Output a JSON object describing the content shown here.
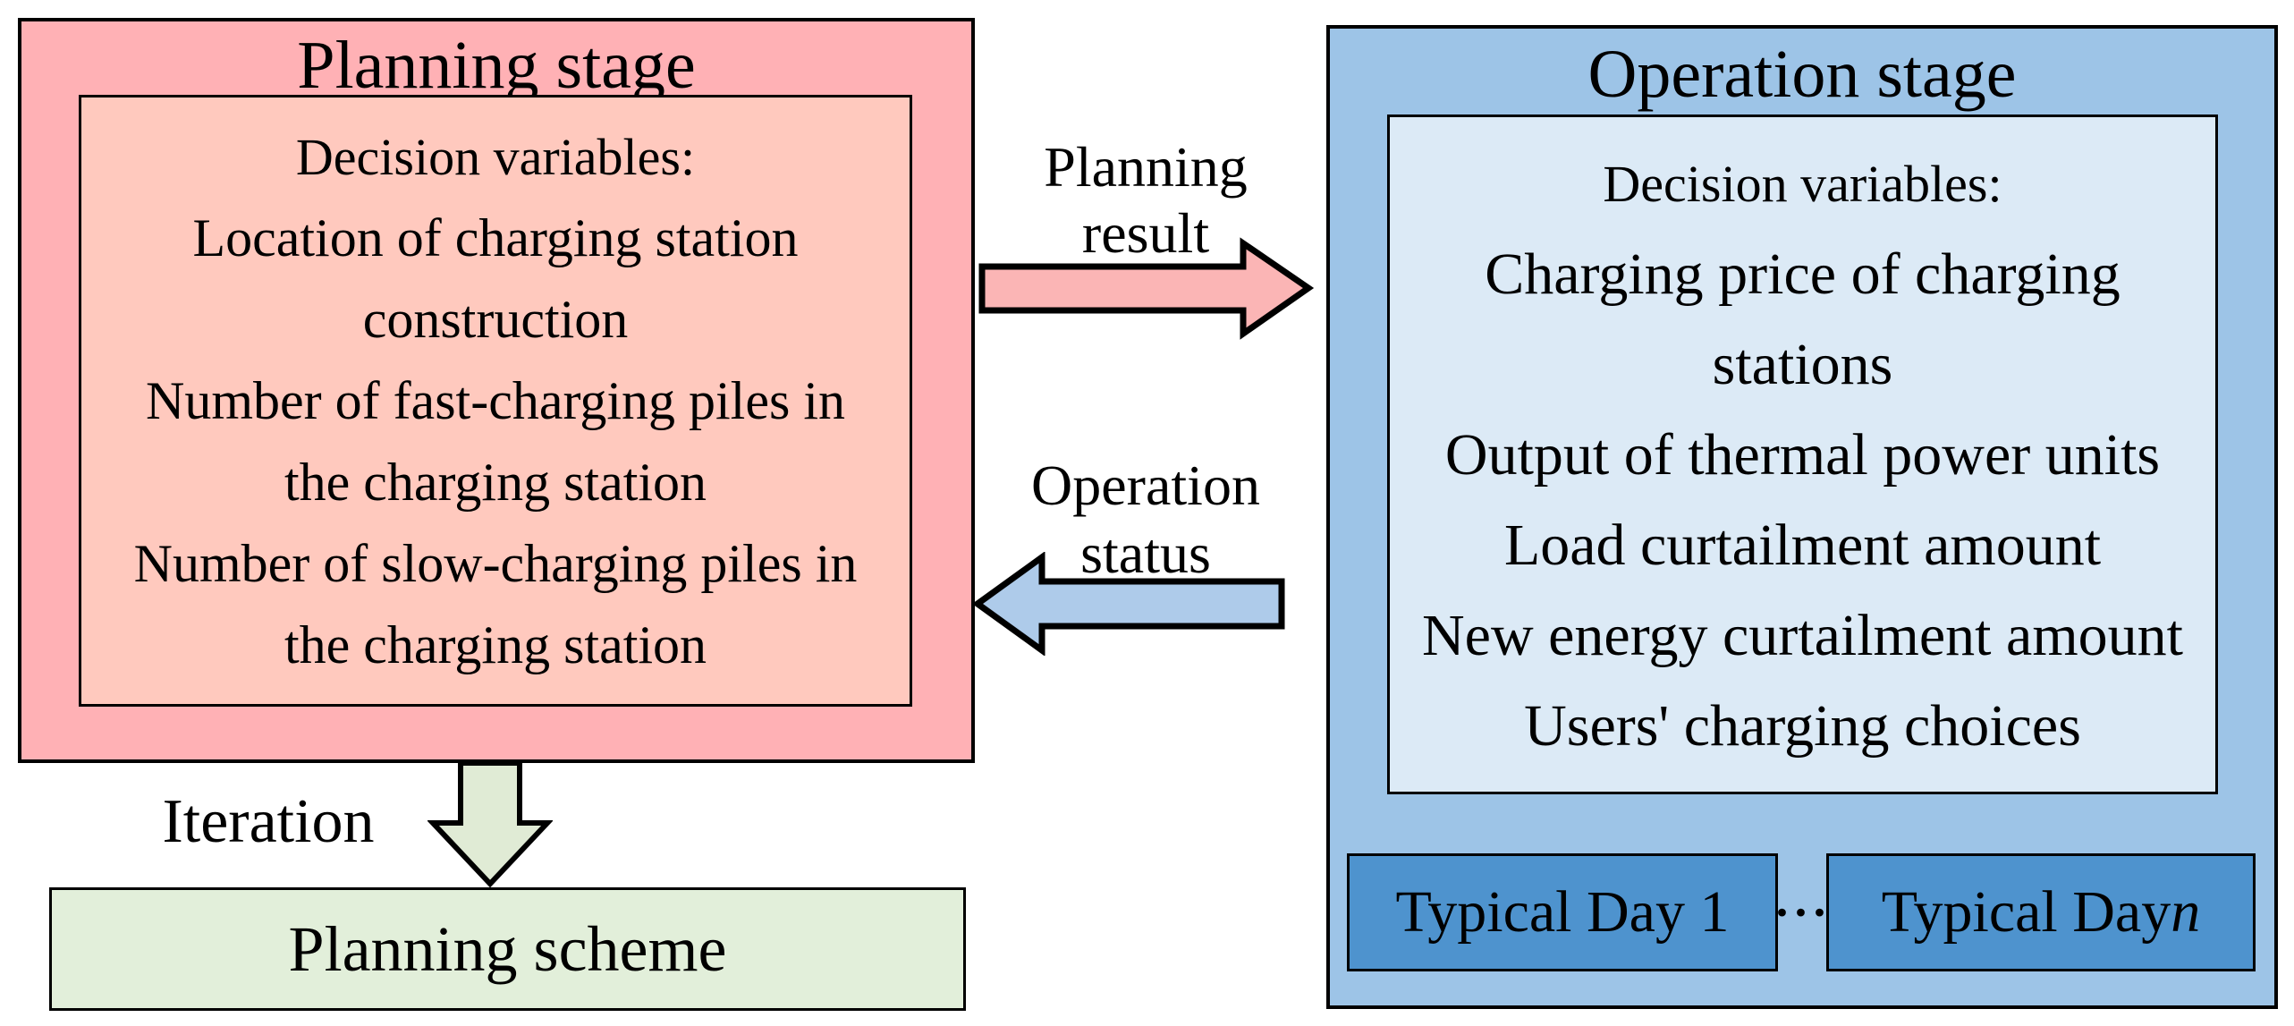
{
  "colors": {
    "planning_outer": "#ffb1b5",
    "planning_inner": "#ffc9be",
    "operation_outer": "#9dc4e7",
    "operation_inner": "#dceaf6",
    "typical_day": "#4e93ce",
    "scheme_green": "#e2efda",
    "arrow_pink": "#fbb5b5",
    "arrow_blue": "#aecbea",
    "arrow_green": "#e0ebd5",
    "outline": "#000000"
  },
  "planning_stage": {
    "title": "Planning stage",
    "lines": [
      "Decision variables:",
      "Location of charging station",
      "construction",
      "Number of fast-charging piles in",
      "the charging station",
      "Number of slow-charging piles in",
      "the charging station"
    ]
  },
  "operation_stage": {
    "title": "Operation stage",
    "lines": [
      "Decision variables:",
      "Charging price of charging",
      "stations",
      "Output of thermal power units",
      "Load curtailment amount",
      "New energy curtailment amount",
      "Users' charging choices"
    ],
    "typical_day_1": "Typical Day 1",
    "typical_day_n_label": "Typical Day ",
    "typical_day_n_var": "n",
    "dots": "···"
  },
  "labels": {
    "planning_result_1": "Planning",
    "planning_result_2": "result",
    "operation_status_1": "Operation",
    "operation_status_2": "status",
    "iteration": "Iteration"
  },
  "planning_scheme": {
    "label": "Planning scheme"
  }
}
